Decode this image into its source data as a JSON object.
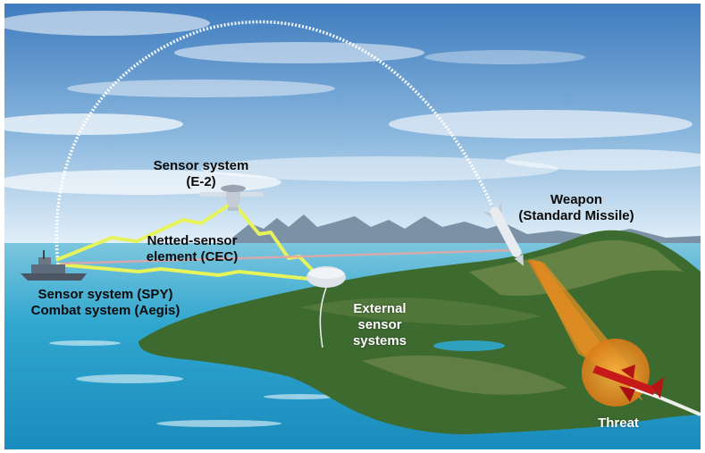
{
  "labels": {
    "sensor_e2": [
      "Sensor system",
      "(E-2)"
    ],
    "weapon": [
      "Weapon",
      "(Standard Missile)"
    ],
    "netted": [
      "Netted-sensor",
      "element (CEC)"
    ],
    "spy": [
      "Sensor system (SPY)",
      "Combat system (Aegis)"
    ],
    "external": [
      "External",
      "sensor",
      "systems"
    ],
    "threat": "Threat"
  },
  "colors": {
    "sky_top": "#4d86c4",
    "sky_horizon": "#dfeef8",
    "sea": "#2a9fc7",
    "land": "#3f6a2e",
    "link_yellow": "#e7f35a",
    "cone_orange": "#e08a1c",
    "threat_red": "#c61a1a"
  }
}
